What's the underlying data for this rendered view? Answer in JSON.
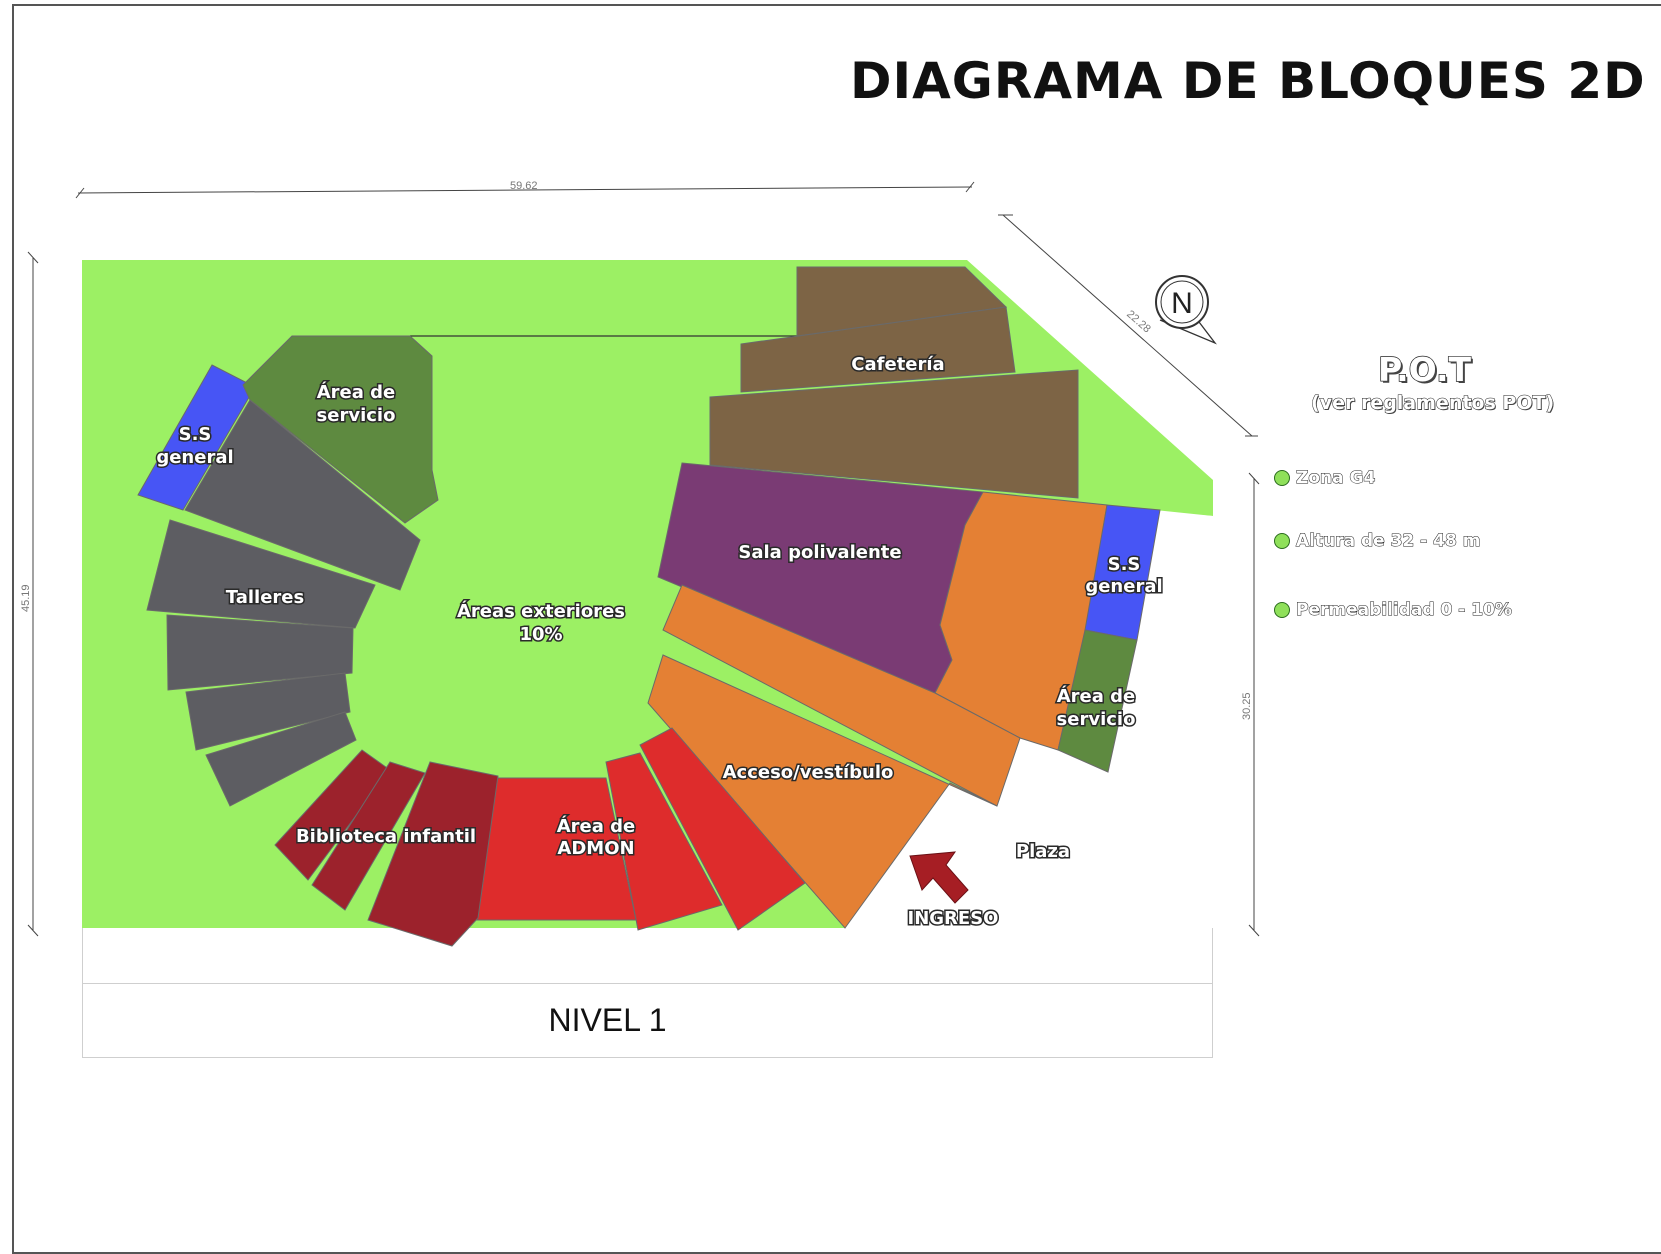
{
  "title": "DIAGRAMA DE BLOQUES 2D",
  "level_label": "NIVEL 1",
  "north_label": "N",
  "dimensions": {
    "top": "59.62",
    "diagonal": "22.28",
    "left": "45.19",
    "right": "30.25"
  },
  "pot": {
    "title": "P.O.T",
    "subtitle": "(ver reglamentos POT)",
    "items": [
      "Zona G4",
      "Altura de 32 - 48 m",
      "Permeabilidad 0 - 10%"
    ]
  },
  "blocks": {
    "ss_general_left": [
      "S.S",
      "general"
    ],
    "area_servicio_left": [
      "Área de",
      "servicio"
    ],
    "talleres": "Talleres",
    "areas_exteriores": [
      "Áreas exteriores",
      "10%"
    ],
    "cafeteria": "Cafetería",
    "sala_polivalente": "Sala polivalente",
    "ss_general_right": [
      "S.S",
      "general"
    ],
    "area_servicio_right": [
      "Área de",
      "servicio"
    ],
    "acceso_vestibulo": "Acceso/vestíbulo",
    "biblioteca_infantil": "Biblioteca infantil",
    "area_admon": [
      "Área de",
      "ADMON"
    ],
    "plaza": "Plaza",
    "ingreso": "INGRESO"
  },
  "colors": {
    "green_area": "#9cf064",
    "talleres": "#5d5d62",
    "servicio": "#5e8a40",
    "ss": "#4755f5",
    "cafeteria": "#7d6445",
    "sala": "#7a3b74",
    "orange": "#e48034",
    "red": "#de2c2c",
    "dark_red": "#9c222c"
  }
}
